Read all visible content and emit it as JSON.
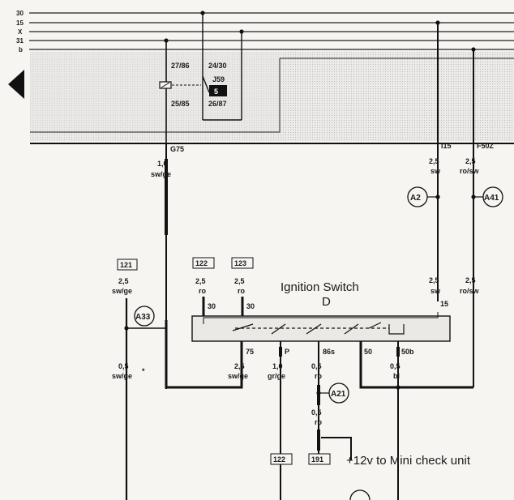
{
  "bus_labels": [
    "30",
    "15",
    "X",
    "31",
    "b"
  ],
  "relay": {
    "pins_left": [
      "27/86",
      "25/85"
    ],
    "pins_right": [
      "24/30",
      "26/87"
    ],
    "name": "J59",
    "slot": "5"
  },
  "connectors": {
    "g75": "G75",
    "i15": "I15",
    "f50z": "F50Z"
  },
  "wires": {
    "w_g75": {
      "size": "1,0",
      "color": "sw/ge"
    },
    "w_i15": {
      "size": "2,5",
      "color": "sw"
    },
    "w_f50z": {
      "size": "2,5",
      "color": "ro/sw"
    },
    "w_121": {
      "size": "2,5",
      "color": "sw/ge"
    },
    "w_122": {
      "size": "2,5",
      "color": "ro"
    },
    "w_123": {
      "size": "2,5",
      "color": "ro"
    },
    "w_sw_right": {
      "size": "2,5",
      "color": "sw"
    },
    "w_rosw_right": {
      "size": "2,5",
      "color": "ro/sw"
    },
    "w_left_low": {
      "size": "0,5",
      "color": "sw/ge"
    },
    "w_75": {
      "size": "2,5",
      "color": "sw/ge"
    },
    "w_p": {
      "size": "1,0",
      "color": "gr/ge"
    },
    "w_86s": {
      "size": "0,5",
      "color": "ro"
    },
    "w_86s_low": {
      "size": "0,5",
      "color": "ro"
    },
    "w_50b": {
      "size": "0,5",
      "color": "bl"
    }
  },
  "refs": {
    "r121": "121",
    "r122": "122",
    "r123": "123",
    "r122b": "122",
    "r191": "191"
  },
  "circles": {
    "a2": "A2",
    "a41": "A41",
    "a33": "A33",
    "a21": "A21"
  },
  "switch": {
    "title": "Ignition Switch",
    "id": "D",
    "pin_30a": "30",
    "pin_30b": "30",
    "pin_15": "15",
    "pin_75": "75",
    "pin_p": "P",
    "pin_86s": "86s",
    "pin_50": "50",
    "pin_50b": "50b"
  },
  "annotation": "+12v to Mini check unit",
  "star": "*"
}
